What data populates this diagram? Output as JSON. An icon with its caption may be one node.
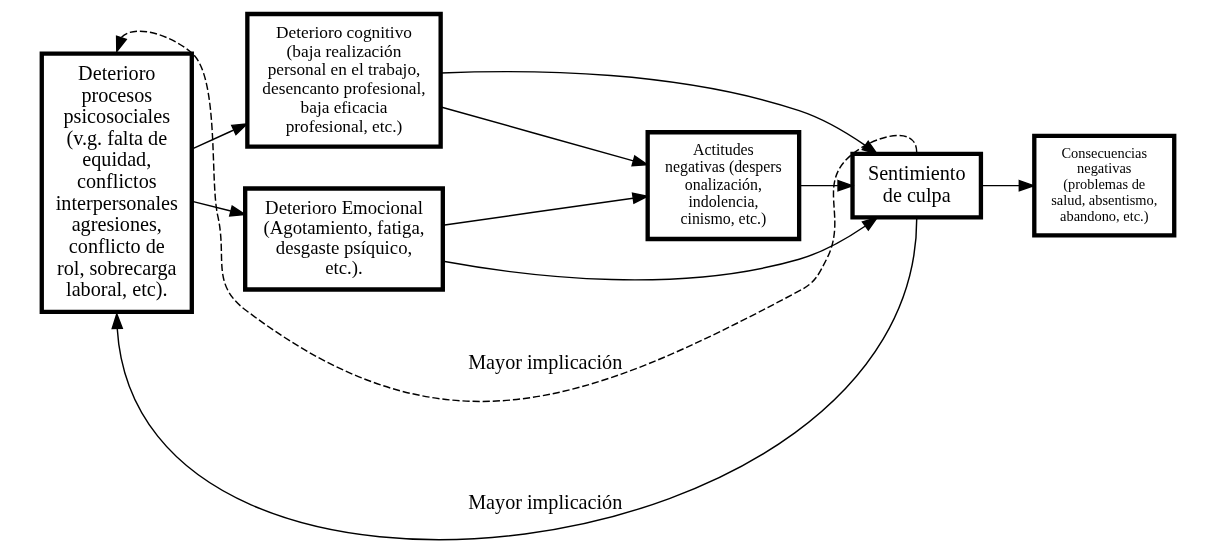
{
  "diagram": {
    "nodes": [
      {
        "text": [
          "Deterioro procesos psicosociales (v.g. falta de equidad, conflictos interpersonales agresiones, conflicto de rol, sobrecarga laboral, etc)."
        ]
      },
      {
        "text": [
          "Deterioro cognitivo (baja realización personal en el trabajo, desencanto profesional, baja eficacia profesional, etc.)"
        ]
      },
      {
        "text": [
          "Deterioro Emocional (Agotamiento, fatiga, desgaste psíquico, etc.)."
        ]
      },
      {
        "text": [
          "Actitudes negativas (despersonalización, indolencia, cinismo, etc.)"
        ]
      },
      {
        "text": [
          "Sentimiento de culpa"
        ]
      },
      {
        "text": [
          "Consecuencias negativas (problemas de salud, absentismo, abandono, etc.)"
        ]
      }
    ],
    "edges": [
      {
        "from": 0,
        "to": 1,
        "arrow": "to"
      },
      {
        "from": 0,
        "to": 2,
        "arrow": "to"
      },
      {
        "from": 1,
        "to": 3,
        "arrow": "to"
      },
      {
        "from": 2,
        "to": 3,
        "arrow": "to"
      },
      {
        "from": 1,
        "to": 4,
        "arrow": "to"
      },
      {
        "from": 2,
        "to": 4,
        "arrow": "to"
      },
      {
        "from": 3,
        "to": 4,
        "arrow": "to"
      },
      {
        "from": 4,
        "to": 5,
        "arrow": "to"
      },
      {
        "from": 4,
        "to": 0,
        "arrow": "to",
        "label": "Mayor implicación",
        "style": "dashed"
      },
      {
        "from": 4,
        "to": 0,
        "arrow": "to",
        "label": "Mayor implicación"
      }
    ]
  }
}
